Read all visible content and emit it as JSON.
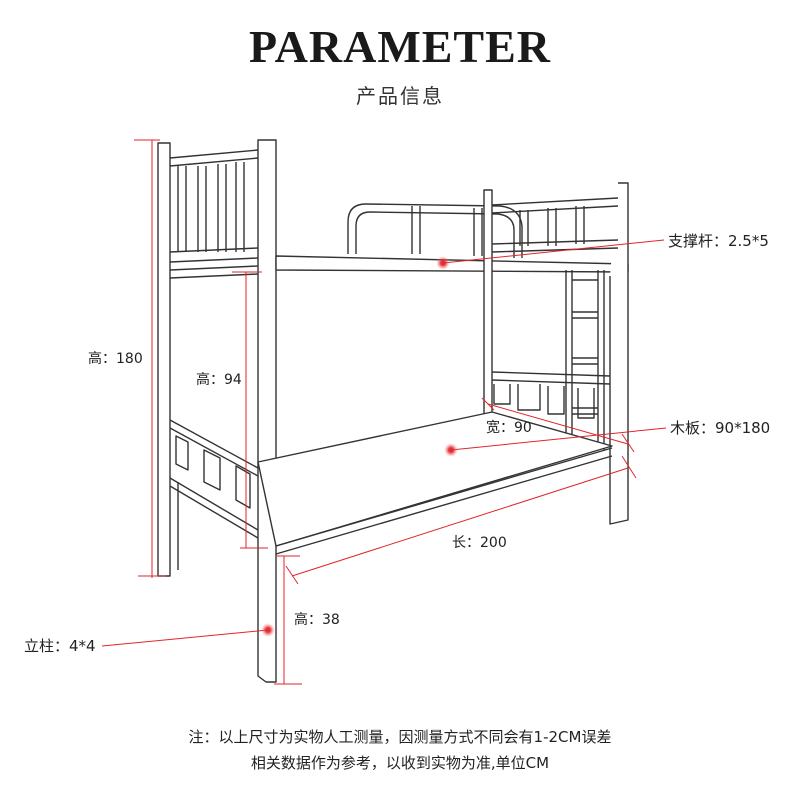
{
  "header": {
    "title": "PARAMETER",
    "subtitle": "产品信息"
  },
  "labels": {
    "height_total": "高：180",
    "height_upper": "高：94",
    "height_leg": "高：38",
    "width": "宽：90",
    "length": "长：200",
    "support_bar": "支撑杆：2.5*5",
    "board": "木板：90*180",
    "post": "立柱：4*4"
  },
  "notes": {
    "line1": "注：以上尺寸为实物人工测量，因测量方式不同会有1-2CM误差",
    "line2": "相关数据作为参考，以收到实物为准,单位CM"
  },
  "colors": {
    "frame": "#333333",
    "dimension_line": "#e0262b",
    "marker_glow": "#ff9aa0"
  }
}
